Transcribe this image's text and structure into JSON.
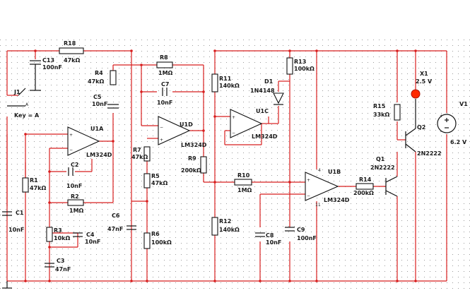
{
  "colors": {
    "wire": "#d81e1e",
    "component": "#111111",
    "grid_dot": "#9a9a9a",
    "background": "#ffffff",
    "probe": "#ff2a00"
  },
  "components": {
    "R18": {
      "ref": "R18",
      "value": "47kΩ"
    },
    "C13": {
      "ref": "C13",
      "value": "100nF"
    },
    "J1": {
      "ref": "J1",
      "key": "Key = A"
    },
    "R4": {
      "ref": "R4",
      "value": "47kΩ"
    },
    "C5": {
      "ref": "C5",
      "value": "10nF"
    },
    "U1A": {
      "ref": "U1A",
      "part": "LM324D"
    },
    "C2": {
      "ref": "C2",
      "value": "10nF"
    },
    "R2": {
      "ref": "R2",
      "value": "1MΩ"
    },
    "R1": {
      "ref": "R1",
      "value": "47kΩ"
    },
    "C1": {
      "ref": "C1",
      "value": "10nF"
    },
    "R3": {
      "ref": "R3",
      "value": "10kΩ"
    },
    "C4": {
      "ref": "C4",
      "value": "10nF"
    },
    "C3": {
      "ref": "C3",
      "value": "47nF"
    },
    "R8": {
      "ref": "R8",
      "value": "1MΩ"
    },
    "C7": {
      "ref": "C7",
      "value": "10nF"
    },
    "U1D": {
      "ref": "U1D",
      "part": "LM324D"
    },
    "R7": {
      "ref": "R7",
      "value": "47kΩ"
    },
    "R9": {
      "ref": "R9",
      "value": "200kΩ"
    },
    "R5": {
      "ref": "R5",
      "value": "47kΩ"
    },
    "C6": {
      "ref": "C6",
      "value": "47nF"
    },
    "R6": {
      "ref": "R6",
      "value": "100kΩ"
    },
    "R11": {
      "ref": "R11",
      "value": "140kΩ"
    },
    "D1": {
      "ref": "D1",
      "part": "1N4148"
    },
    "U1C": {
      "ref": "U1C",
      "part": "LM324D"
    },
    "R13": {
      "ref": "R13",
      "value": "100kΩ"
    },
    "R10": {
      "ref": "R10",
      "value": "1MΩ"
    },
    "R12": {
      "ref": "R12",
      "value": "140kΩ"
    },
    "C8": {
      "ref": "C8",
      "value": "10nF"
    },
    "C9": {
      "ref": "C9",
      "value": "100nF"
    },
    "U1B": {
      "ref": "U1B",
      "part": "LM324D"
    },
    "R14": {
      "ref": "R14",
      "value": "200kΩ"
    },
    "Q1": {
      "ref": "Q1",
      "part": "2N2222"
    },
    "R15": {
      "ref": "R15",
      "value": "33kΩ"
    },
    "X1": {
      "ref": "X1",
      "value": "2.5 V"
    },
    "Q2": {
      "ref": "Q2",
      "part": "2N2222"
    },
    "V1": {
      "ref": "V1",
      "value": "6.2 V"
    }
  },
  "pins": {
    "u1_p4": "4",
    "u1_p11": "11"
  },
  "switch_pin_label": "A"
}
